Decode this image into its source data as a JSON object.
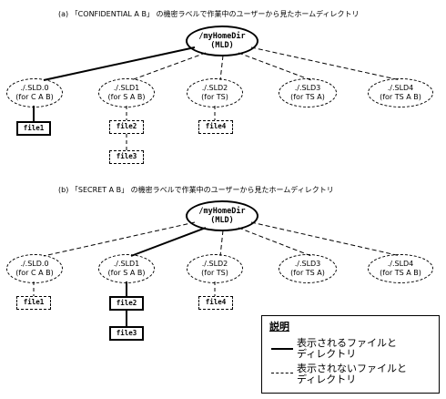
{
  "diagram_a": {
    "heading": "(a) 「CONFIDENTIAL A B」 の機密ラベルで作業中のユーザーから見たホームディレクトリ",
    "root": {
      "line1": "/myHomeDir",
      "line2": "(MLD)"
    },
    "slds": [
      {
        "name": "./.SLD.0",
        "label": "(for C A B)"
      },
      {
        "name": "./.SLD1",
        "label": "(for S A B)"
      },
      {
        "name": "./.SLD2",
        "label": "(for TS)"
      },
      {
        "name": "./.SLD3",
        "label": "(for TS A)"
      },
      {
        "name": "./.SLD4",
        "label": "(for TS A B)"
      }
    ],
    "files": [
      "file1",
      "file2",
      "file3",
      "file4"
    ]
  },
  "diagram_b": {
    "heading": "(b) 「SECRET A B」 の機密ラベルで作業中のユーザーから見たホームディレクトリ",
    "root": {
      "line1": "/myHomeDir",
      "line2": "(MLD)"
    },
    "slds": [
      {
        "name": "./.SLD.0",
        "label": "(for C A B)"
      },
      {
        "name": "./.SLD1",
        "label": "(for S A B)"
      },
      {
        "name": "./.SLD2",
        "label": "(for TS)"
      },
      {
        "name": "./.SLD3",
        "label": "(for TS A)"
      },
      {
        "name": "./.SLD4",
        "label": "(for TS A B)"
      }
    ],
    "files": [
      "file1",
      "file2",
      "file3",
      "file4"
    ]
  },
  "legend": {
    "title": "説明",
    "visible": "表示されるファイルと\nディレクトリ",
    "hidden": "表示されないファイルと\nディレクトリ"
  }
}
